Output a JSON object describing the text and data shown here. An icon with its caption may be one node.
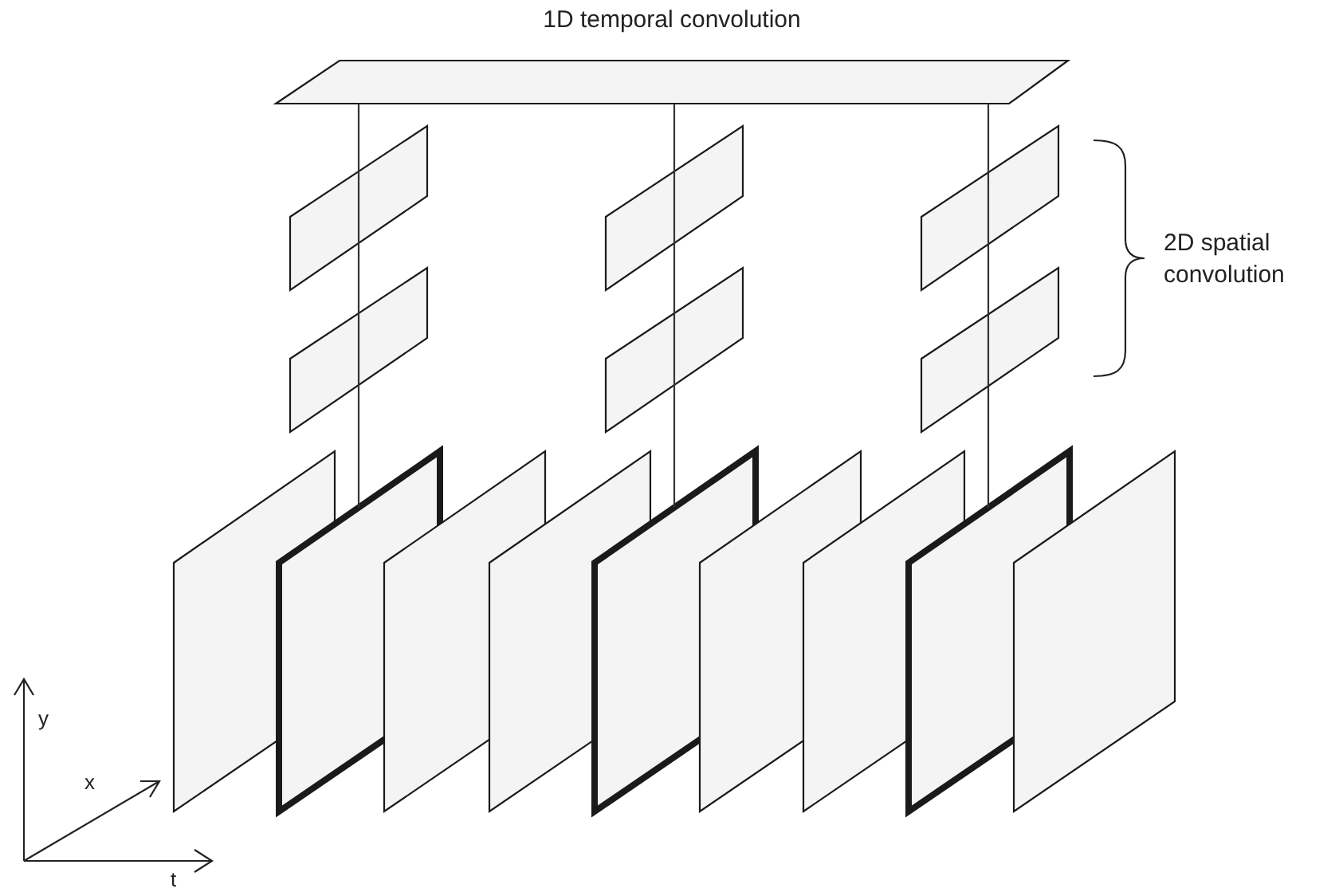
{
  "diagram": {
    "nodes": [
      {
        "text": [
          "1D temporal convolution"
        ]
      },
      {
        "text": [],
        "shape": "parallelogram"
      },
      {
        "text": [],
        "shape": "parallelogram"
      },
      {
        "text": [],
        "shape": "parallelogram"
      },
      {
        "text": [],
        "shape": "parallelogram"
      },
      {
        "text": [],
        "shape": "parallelogram"
      },
      {
        "text": [],
        "shape": "parallelogram"
      },
      {
        "text": [],
        "shape": "parallelogram"
      },
      {
        "text": [],
        "shape": "parallelogram"
      },
      {
        "text": [],
        "shape": "parallelogram"
      },
      {
        "text": [],
        "shape": "parallelogram"
      },
      {
        "text": [],
        "shape": "parallelogram"
      },
      {
        "text": [],
        "shape": "parallelogram"
      },
      {
        "text": [],
        "shape": "parallelogram"
      },
      {
        "text": [],
        "shape": "parallelogram"
      },
      {
        "text": [],
        "shape": "parallelogram"
      }
    ],
    "edges": [
      {
        "from": 0,
        "to": 1,
        "arrow": "none"
      },
      {
        "from": 1,
        "to": 4,
        "arrow": "none"
      },
      {
        "from": 4,
        "to": 8,
        "arrow": "none"
      },
      {
        "from": 0,
        "to": 2,
        "arrow": "none"
      },
      {
        "from": 2,
        "to": 5,
        "arrow": "none"
      },
      {
        "from": 5,
        "to": 11,
        "arrow": "none"
      },
      {
        "from": 0,
        "to": 3,
        "arrow": "none"
      },
      {
        "from": 3,
        "to": 6,
        "arrow": "none"
      },
      {
        "from": 6,
        "to": 14,
        "arrow": "none"
      }
    ],
    "labels": [
      "2D spatial convolution",
      "y",
      "x",
      "t"
    ]
  }
}
